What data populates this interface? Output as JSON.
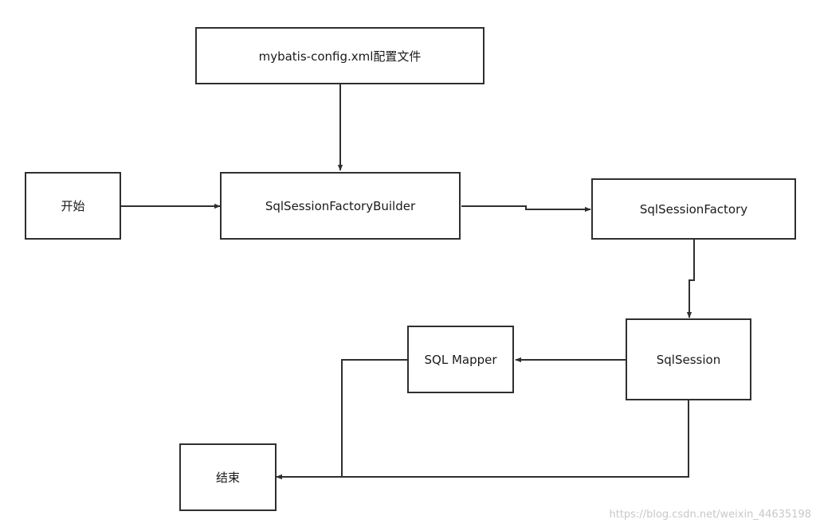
{
  "nodes": {
    "config": "mybatis-config.xml配置文件",
    "start": "开始",
    "builder": "SqlSessionFactoryBuilder",
    "factory": "SqlSessionFactory",
    "session": "SqlSession",
    "mapper": "SQL Mapper",
    "end": "结束"
  },
  "watermark": "https://blog.csdn.net/weixin_44635198"
}
